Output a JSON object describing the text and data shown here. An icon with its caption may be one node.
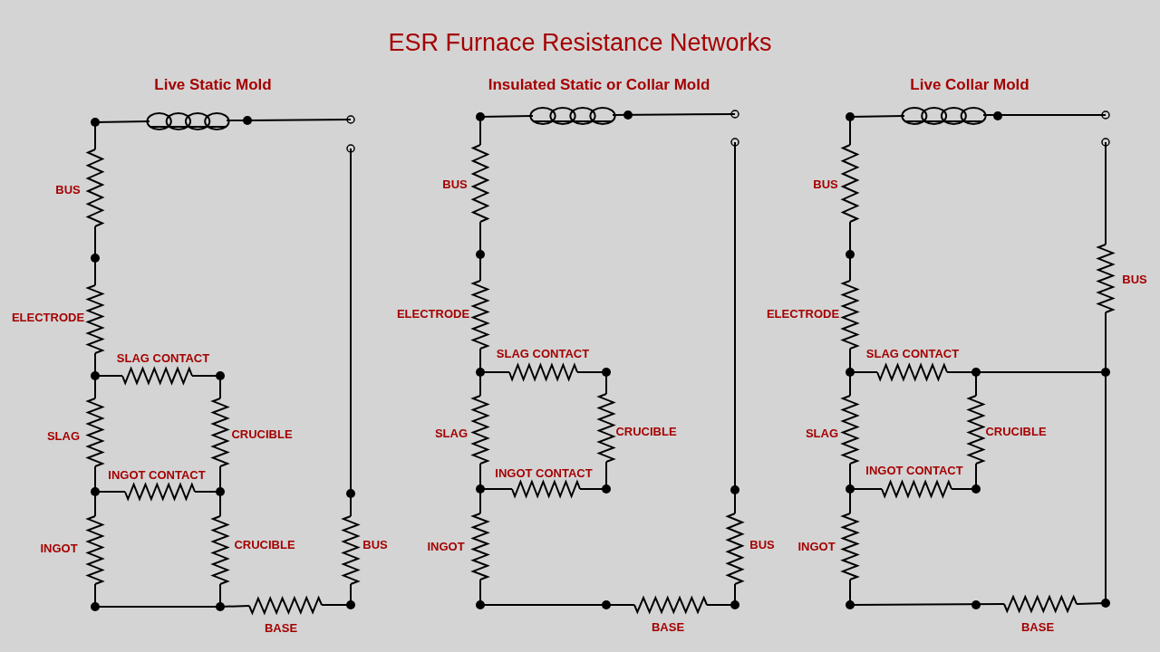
{
  "diagram": {
    "title": "ESR Furnace Resistance Networks",
    "labels": [
      "Live Static Mold",
      "BUS",
      "ELECTRODE",
      "SLAG CONTACT",
      "SLAG",
      "CRUCIBLE",
      "INGOT CONTACT",
      "INGOT",
      "CRUCIBLE",
      "BUS",
      "BASE",
      "Insulated Static or Collar Mold",
      "BUS",
      "ELECTRODE",
      "SLAG CONTACT",
      "SLAG",
      "CRUCIBLE",
      "INGOT CONTACT",
      "INGOT",
      "BUS",
      "BASE",
      "Live Collar Mold",
      "BUS",
      "BUS",
      "ELECTRODE",
      "SLAG CONTACT",
      "SLAG",
      "CRUCIBLE",
      "INGOT CONTACT",
      "INGOT",
      "BASE"
    ]
  }
}
